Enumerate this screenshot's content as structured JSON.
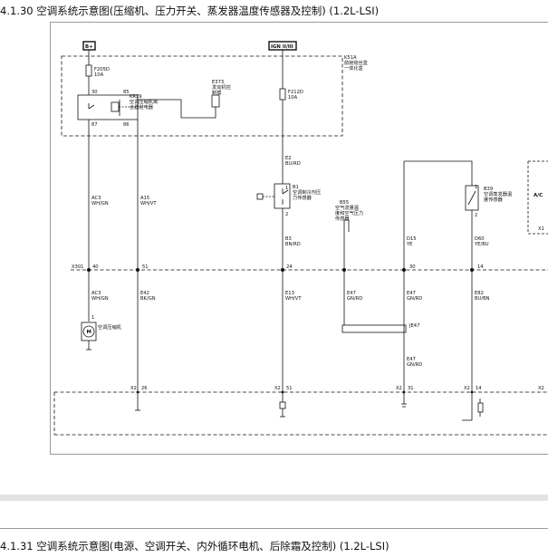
{
  "headings": {
    "h1": "4.1.30 空调系统示意图(压缩机、压力开关、蒸发器温度传感器及控制)  (1.2L-LSI)",
    "h2": "4.1.31 空调系统示意图(电源、空调开关、内外循环电机、后除霜及控制)  (1.2L-LSI)"
  },
  "power": {
    "bplus": "B+",
    "ign": "IGN II/III"
  },
  "module": {
    "name": "K51A",
    "desc1": "前舱熔丝盒",
    "desc2": "一体化盒"
  },
  "fuse1": {
    "id": "F205D",
    "rating": "10A"
  },
  "fuse2": {
    "id": "F212D",
    "rating": "10A"
  },
  "relay": {
    "id": "KR29",
    "desc1": "空调压缩机离",
    "desc2": "合器继电器",
    "pin30": "30",
    "pin85": "85",
    "pin87": "87",
    "pin86": "86"
  },
  "ecm": {
    "id": "E373",
    "desc1": "发动机控",
    "desc2": "制模"
  },
  "wires": {
    "ac3_top": "AC3",
    "ac3_top_c": "WH/GN",
    "a15": "A15",
    "a15_c": "WH/VT",
    "e2": "E2",
    "e2_c": "BU/RD",
    "b3": "B3",
    "b3_c": "BN/RD",
    "d15": "D15",
    "d15_c": "YE",
    "d60": "D60",
    "d60_c": "YE/BU",
    "ac3_bot": "AC3",
    "ac3_bot_c": "WH/GN",
    "e42": "E42",
    "e42_c": "BK/GN",
    "e13": "E13",
    "e13_c": "WH/VT",
    "e47a": "E47",
    "e47a_c": "GN/RD",
    "e47b": "E47",
    "e47b_c": "GN/RD",
    "e47c": "E47",
    "e47c_c": "GN/RD",
    "e82": "E82",
    "e82_c": "BU/BN"
  },
  "pressure_switch": {
    "id": "B1",
    "desc1": "空调制冷剂压",
    "desc2": "力传感器",
    "p1": "1",
    "p2": "2"
  },
  "hpsensor": {
    "id": "B55",
    "desc1": "空气流量温",
    "desc2": "度和空气压力",
    "desc3": "传感器"
  },
  "evap_sensor": {
    "id": "B39",
    "desc1": "空调蒸发器温",
    "desc2": "度传感器",
    "p1": "1",
    "p2": "2"
  },
  "ac_box": {
    "label": "A/C",
    "pin": "X1"
  },
  "connector": {
    "x301": "X301",
    "p40": "40",
    "p51": "51",
    "p24": "24",
    "p30": "30",
    "p14": "14"
  },
  "motor": {
    "pin": "1",
    "desc": "空调压缩机"
  },
  "splice": {
    "id": "JE47"
  },
  "bottom": {
    "x2_26": "X2",
    "p26": "26",
    "x2_51": "X2",
    "p51": "51",
    "x2_31": "X2",
    "p31": "31",
    "x2_14": "X2",
    "p14": "14",
    "x2_end": "X2"
  }
}
